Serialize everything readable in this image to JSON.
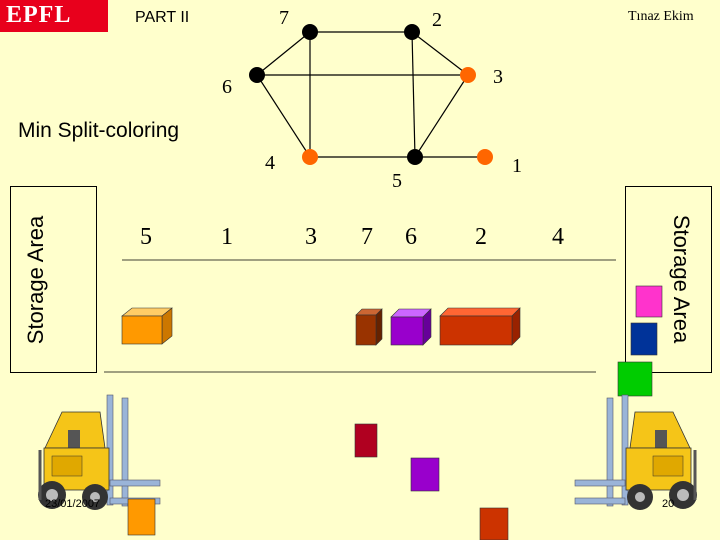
{
  "header": {
    "logo_text": "EPFL",
    "part": "PART II",
    "author": "Tınaz Ekim"
  },
  "subtitle": "Min Split-coloring",
  "graph": {
    "node_labels": {
      "n7": "7",
      "n2": "2",
      "n6": "6",
      "n3": "3",
      "n4": "4",
      "n5": "5",
      "n1": "1"
    },
    "colors": {
      "black": "#000000",
      "orange": "#FF6600"
    }
  },
  "storage": {
    "left_label": "Storage Area",
    "right_label": "Storage Area"
  },
  "sequence": [
    "5",
    "1",
    "3",
    "7",
    "6",
    "2",
    "4"
  ],
  "boxes": {
    "orange": "#FF9900",
    "brown": "#993300",
    "purple": "#9900CC",
    "red_orange": "#CC3300",
    "pink": "#FF33CC",
    "blue": "#003399",
    "green": "#00CC00",
    "crimson": "#B00020"
  },
  "footer": {
    "date": "23/01/2007",
    "page": "20"
  }
}
